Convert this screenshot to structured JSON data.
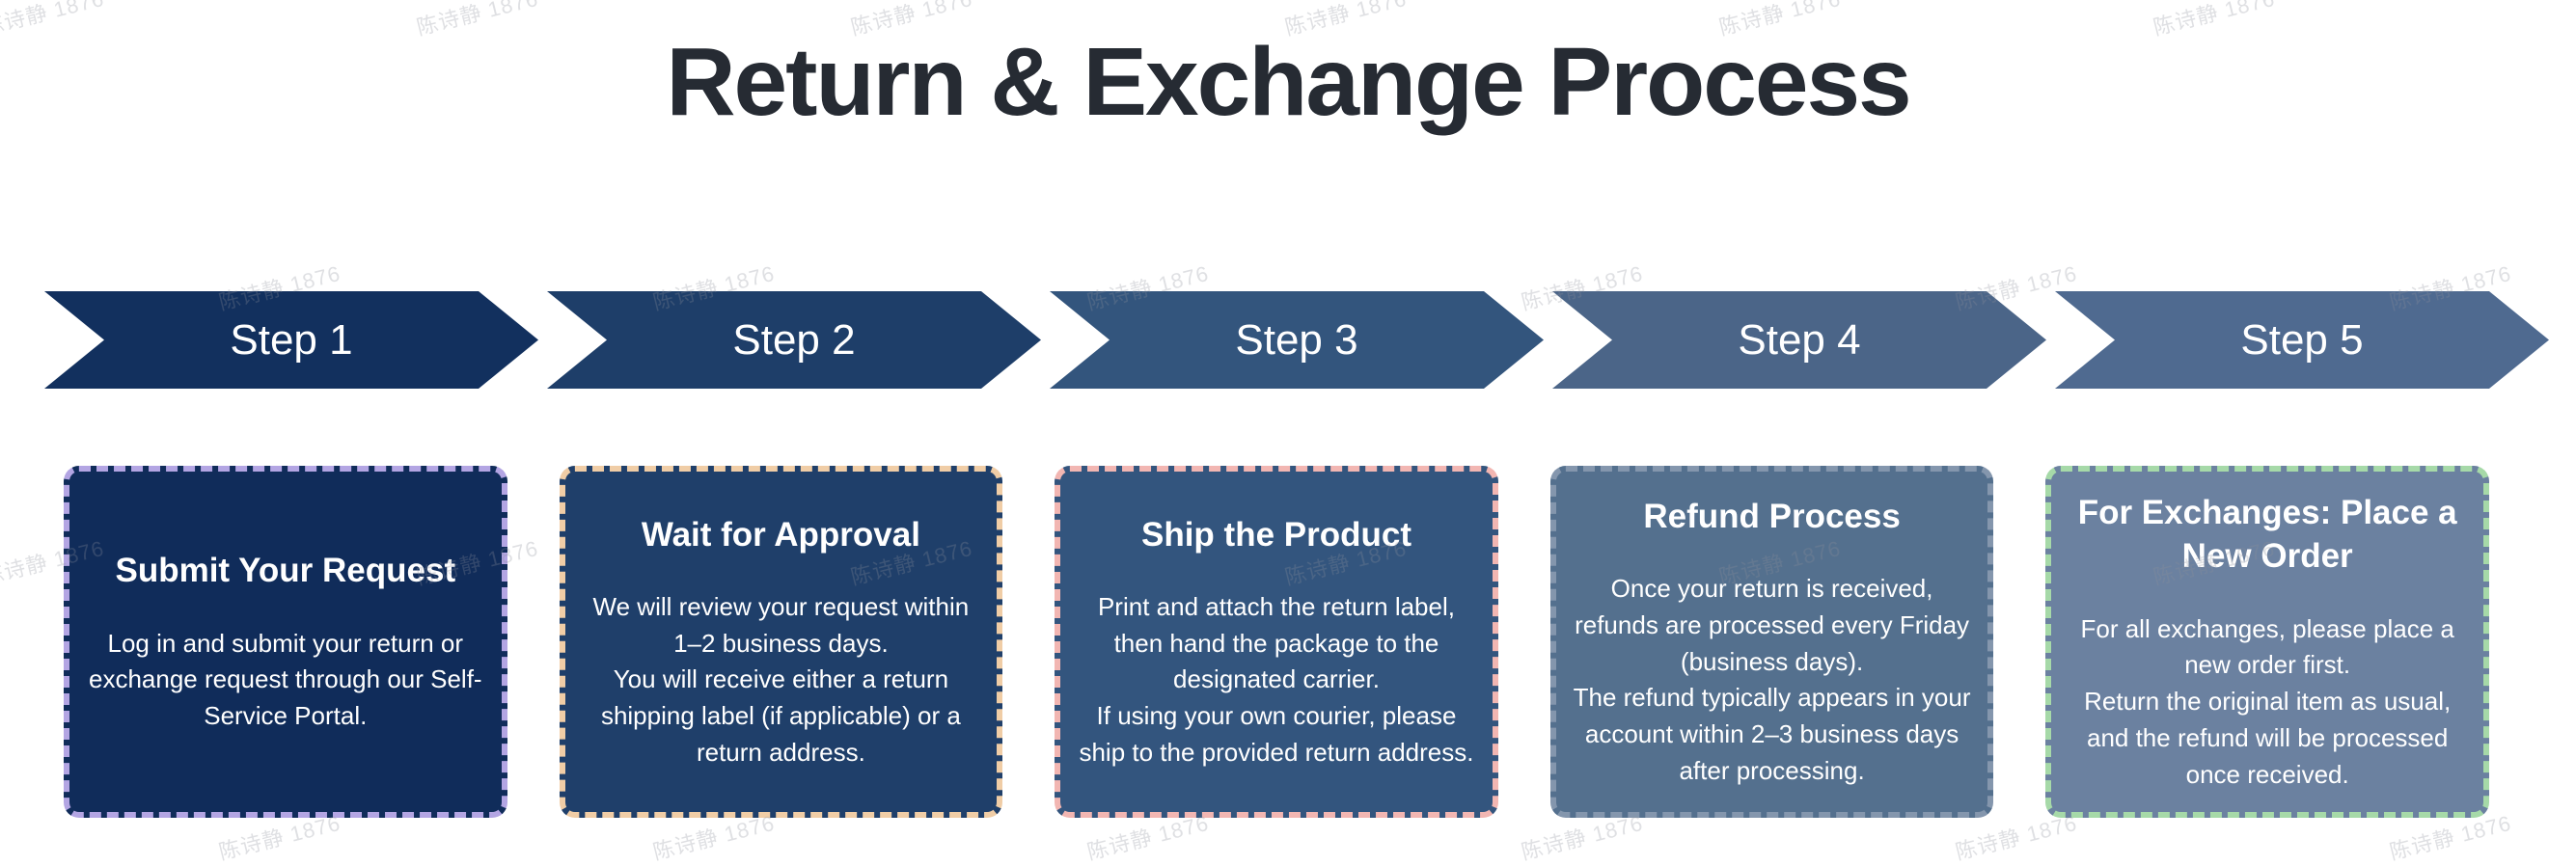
{
  "title": "Return & Exchange Process",
  "watermark": {
    "text": "陈诗静 1876"
  },
  "colors": {
    "title_text": "#262b33",
    "step_text": "#ffffff",
    "card_text": "#ffffff"
  },
  "steps": [
    {
      "label": "Step 1",
      "color": "#12305e"
    },
    {
      "label": "Step 2",
      "color": "#1e3e69"
    },
    {
      "label": "Step 3",
      "color": "#33557d"
    },
    {
      "label": "Step 4",
      "color": "#4b6588"
    },
    {
      "label": "Step 5",
      "color": "#4f6a90"
    }
  ],
  "cards": [
    {
      "title": "Submit Your Request",
      "body_lines": [
        "Log in and submit your return or exchange request through our Self-Service Portal."
      ],
      "bg": "#102c5a",
      "border": "#b3a5e3"
    },
    {
      "title": "Wait for Approval",
      "body_lines": [
        "We will review your request within 1–2 business days.",
        "You will receive either a return shipping label (if applicable) or a return address."
      ],
      "bg": "#1f3f6a",
      "border": "#f0cda6"
    },
    {
      "title": "Ship the Product",
      "body_lines": [
        "Print and attach the return label, then hand the package to the designated carrier.",
        "If using your own courier, please ship to the provided return address."
      ],
      "bg": "#33557e",
      "border": "#f2b6b2"
    },
    {
      "title": "Refund Process",
      "body_lines": [
        "Once your return is received, refunds are processed every Friday (business days).",
        "The refund typically appears in your account within 2–3 business days after processing."
      ],
      "bg": "#54708e",
      "border": "#8496ad"
    },
    {
      "title": "For Exchanges: Place a New Order",
      "body_lines": [
        "For all exchanges, please place a new order first.",
        "Return the original item as usual, and the refund will be processed once received."
      ],
      "bg": "#6b81a0",
      "border": "#a6d9a8"
    }
  ]
}
